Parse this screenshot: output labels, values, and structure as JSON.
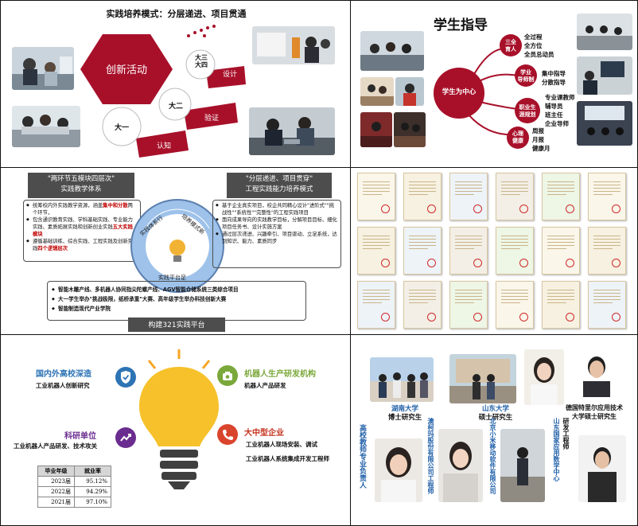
{
  "panel1": {
    "title": "实践培养模式：分层递进、项目贯通",
    "hexagon_label": "创新活动",
    "stages": [
      {
        "level": "大一",
        "action": "认知"
      },
      {
        "level": "大二",
        "action": "验证"
      },
      {
        "level": "大三\n大四",
        "action": "设计"
      }
    ]
  },
  "panel2": {
    "title": "学生指导",
    "center": "学生为中心",
    "nodes": [
      {
        "label": "三全\n育人",
        "items": [
          "全过程",
          "全方位",
          "全员总动员"
        ]
      },
      {
        "label": "学业\n导师制",
        "items": [
          "集中指导",
          "分散指导"
        ]
      },
      {
        "label": "职业生\n涯规划",
        "items": [
          "专业课教师",
          "辅导员",
          "班主任",
          "企业导师"
        ]
      },
      {
        "label": "心理\n健康",
        "items": [
          "周报",
          "月报",
          "健康月"
        ]
      }
    ]
  },
  "panel3": {
    "left_title_1": "\"两环节五模块四层次\"",
    "left_title_2": "实践教学体系",
    "left_items": [
      {
        "pre": "统筹校内外实践教学资源，涵盖",
        "hl": "集中和分散",
        "post": "两个环节，"
      },
      {
        "pre": "包含通识教育实践、学科基础实践、专业能力实践、素质拓展实践和创新创业实践",
        "hl": "五大实践模块",
        "post": ""
      },
      {
        "pre": "遵循基础训练、综合实践、工程实践及创新实践",
        "hl": "四个逻辑层次",
        "post": ""
      }
    ],
    "right_title_1": "\"分层递进、项目贯穿\"",
    "right_title_2": "工程实践能力培养模式",
    "right_items": [
      "基于企业真实项目，校企共同精心设计\"进阶式\"\"挑战性\"\"系统性\"\"完整性\"的工程实践项目",
      "面向成果导向的实践教学目标，分解项目目标、细化项目任务书、设计实施方案",
      "通过层次递进、兴趣牵引、项目驱动、立足系统，达到知识、能力、素质同步"
    ],
    "circle_labels": [
      "实践体系行",
      "培养模式新",
      "实践平台足"
    ],
    "bottom_items": [
      {
        "pre": "智能木雕产线、多机器人协同指尖陀螺产线、AGV智能仓储系统",
        "hl": "三类综合项目"
      },
      {
        "pre": "大一学生举办\"挑战极限，纸桥承重\"大赛、高年级学生举办科技创新大赛",
        "hl": ""
      },
      {
        "pre": "智能制造现代产业学院",
        "hl": ""
      }
    ],
    "platform": "构建321实践平台"
  },
  "panel5": {
    "left": [
      {
        "title": "国内外高校深造",
        "desc": "工业机器人创新研究"
      },
      {
        "title": "科研单位",
        "desc": "工业机器人产品研发、技术攻关"
      }
    ],
    "right": [
      {
        "title": "机器人生产研发机构",
        "desc": "机器人产品研发"
      },
      {
        "title": "大中型企业",
        "desc": "工业机器人现场安装、调试",
        "desc2": "工业机器人系统集成开发工程师"
      }
    ],
    "table": {
      "headers": [
        "毕业年级",
        "就业率"
      ],
      "rows": [
        [
          "2023届",
          "95.12%"
        ],
        [
          "2022届",
          "94.29%"
        ],
        [
          "2021届",
          "97.10%"
        ]
      ]
    }
  },
  "panel6": {
    "captions": [
      {
        "line1": "湖南大学",
        "line2": "博士研究生"
      },
      {
        "line1": "山东大学",
        "line2": "硕士研究生"
      },
      {
        "line1": "德国特里尔应用技术",
        "line2": "大学硕士研究生"
      }
    ],
    "vertical": [
      "高校教师专业负责人",
      "澳柯玛股份有限公司工程师",
      "北京小米移动软件有限公司",
      "山东国家应用数学中心",
      "研发工程师"
    ]
  },
  "colors": {
    "accent": "#a8102a",
    "red": "#c00000",
    "blue": "#1f5fa8",
    "dark": "#3a3a3a"
  }
}
